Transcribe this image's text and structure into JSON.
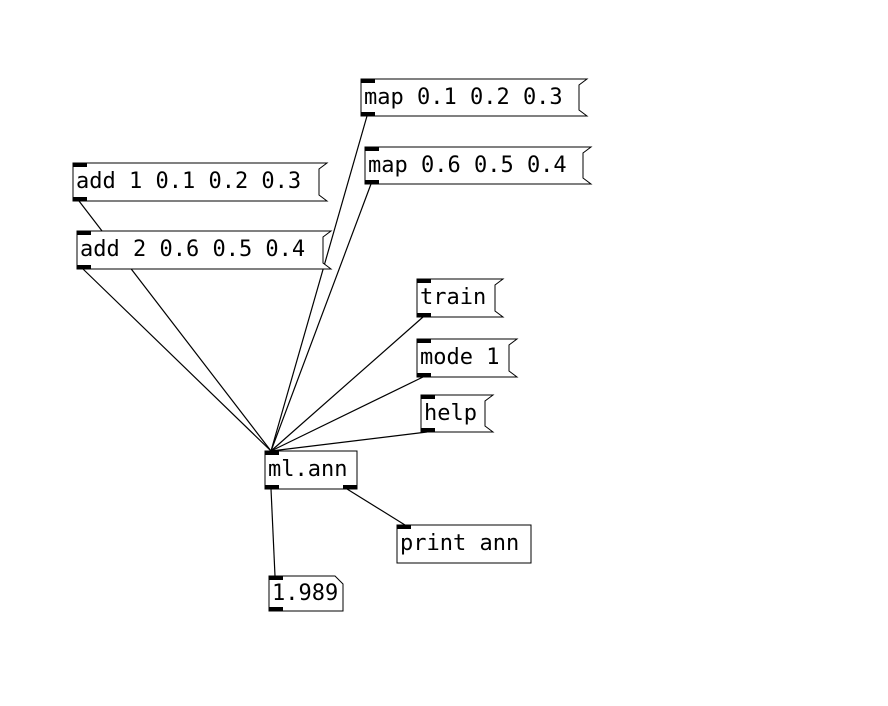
{
  "messages": [
    {
      "id": "map1",
      "text": "map 0.1 0.2 0.3"
    },
    {
      "id": "map2",
      "text": "map 0.6 0.5 0.4"
    },
    {
      "id": "add1",
      "text": "add 1 0.1 0.2 0.3"
    },
    {
      "id": "add2",
      "text": "add 2 0.6 0.5 0.4"
    },
    {
      "id": "train",
      "text": "train"
    },
    {
      "id": "mode",
      "text": "mode 1"
    },
    {
      "id": "help",
      "text": "help"
    }
  ],
  "objects": [
    {
      "id": "ann",
      "text": "ml.ann"
    },
    {
      "id": "print",
      "text": "print ann"
    }
  ],
  "number_boxes": [
    {
      "id": "out",
      "value": "1.989"
    }
  ]
}
